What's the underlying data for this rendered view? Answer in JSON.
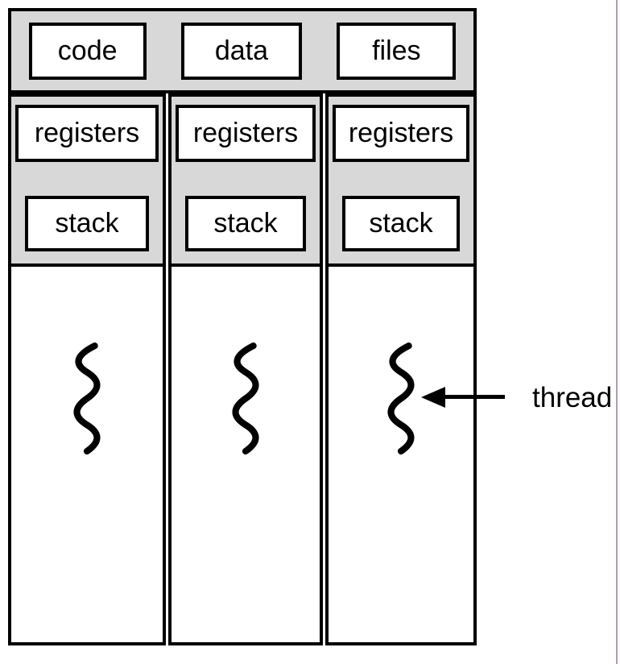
{
  "diagram": {
    "title_hint": "multithreaded process diagram",
    "shared": {
      "code": "code",
      "data": "data",
      "files": "files"
    },
    "threads": [
      {
        "registers": "registers",
        "stack": "stack"
      },
      {
        "registers": "registers",
        "stack": "stack"
      },
      {
        "registers": "registers",
        "stack": "stack"
      }
    ],
    "callout": {
      "label": "thread"
    },
    "icons": {
      "squiggle": "thread-squiggle-icon",
      "arrow": "left-arrow-icon"
    },
    "colors": {
      "band_fill": "#d8d8d8",
      "border": "#000000",
      "background": "#ffffff",
      "edge_line": "#b29cb2"
    }
  }
}
